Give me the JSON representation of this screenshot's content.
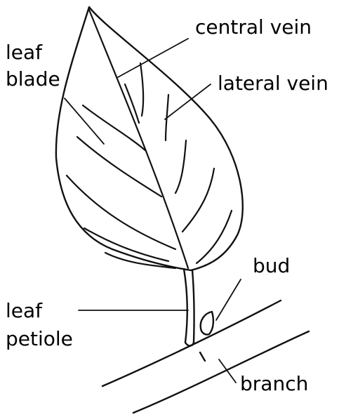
{
  "labels": {
    "central_vein": "central vein",
    "leaf_blade_1": "leaf",
    "leaf_blade_2": "blade",
    "lateral_vein": "lateral vein",
    "bud": "bud",
    "leaf_petiole_1": "leaf",
    "leaf_petiole_2": "petiole",
    "branch": "branch"
  },
  "colors": {
    "ink": "#111111",
    "background": "#ffffff"
  }
}
